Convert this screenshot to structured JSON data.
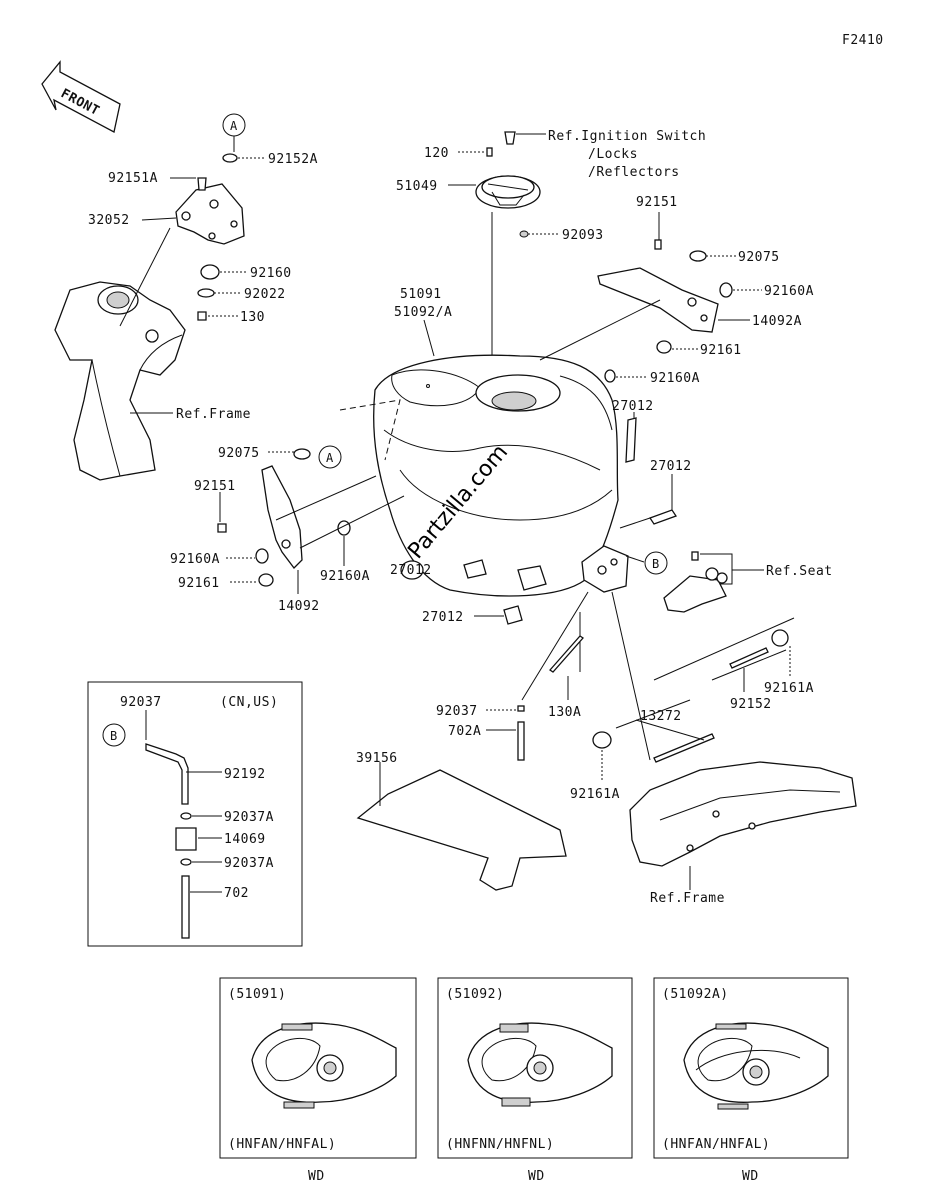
{
  "page_code": "F2410",
  "front_arrow": "FRONT",
  "watermark": "Partzilla.com",
  "callouts": {
    "a": "A",
    "b": "B"
  },
  "labels": {
    "l92152A": "92152A",
    "l92151A": "92151A",
    "l32052": "32052",
    "l92160": "92160",
    "l92022": "92022",
    "l130": "130",
    "lRefFrame1": "Ref.Frame",
    "l120": "120",
    "l51049": "51049",
    "lRefIgn1": "Ref.Ignition Switch",
    "lRefIgn2": "/Locks",
    "lRefIgn3": "/Reflectors",
    "l92093": "92093",
    "l92151": "92151",
    "l92075": "92075",
    "l92160A_r": "92160A",
    "l14092A": "14092A",
    "l92161_r": "92161",
    "l51091": "51091",
    "l51092A": "51092/A",
    "l92160A_m": "92160A",
    "l27012_a": "27012",
    "l27012_b": "27012",
    "l92075_l": "92075",
    "l92151_l": "92151",
    "l92160A_l": "92160A",
    "l92161_l": "92161",
    "l14092": "14092",
    "l92160A_c": "92160A",
    "l27012_c": "27012",
    "l27012_d": "27012",
    "lRefSeat": "Ref.Seat",
    "l92161A_r": "92161A",
    "l92152": "92152",
    "l130A": "130A",
    "l13272": "13272",
    "l92161A_b": "92161A",
    "l92037_m": "92037",
    "l702A": "702A",
    "l39156": "39156",
    "lRefFrame2": "Ref.Frame"
  },
  "inset": {
    "region": "(CN,US)",
    "labels": [
      "92037",
      "92192",
      "92037A",
      "14069",
      "92037A",
      "702"
    ]
  },
  "variants": [
    {
      "part": "(51091)",
      "code": "(HNFAN/HNFAL)",
      "color": "WD"
    },
    {
      "part": "(51092)",
      "code": "(HNFNN/HNFNL)",
      "color": "WD"
    },
    {
      "part": "(51092A)",
      "code": "(HNFAN/HNFAL)",
      "color": "WD"
    }
  ]
}
